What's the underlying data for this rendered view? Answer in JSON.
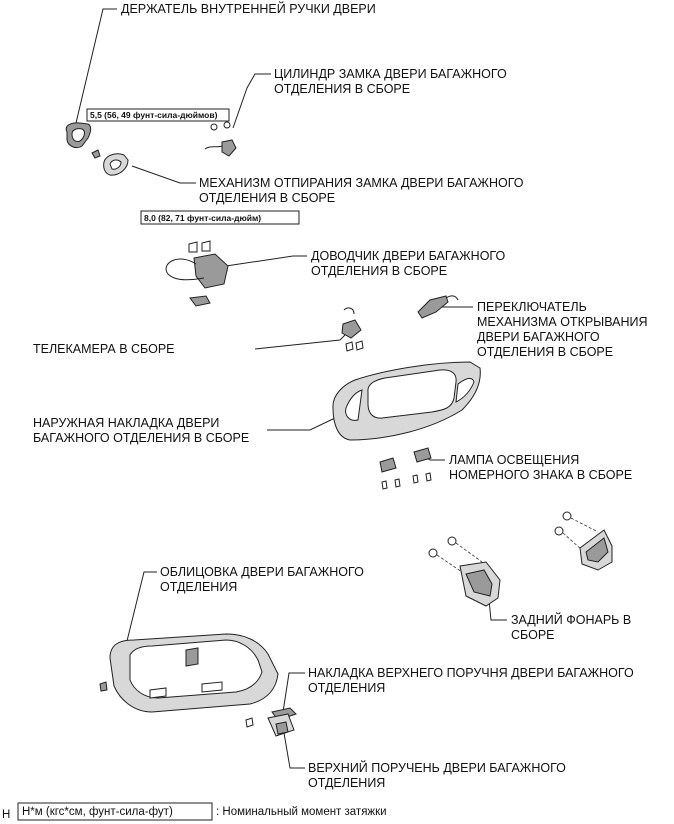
{
  "labels": {
    "inner_handle_holder": "ДЕРЖАТЕЛЬ ВНУТРЕННЕЙ РУЧКИ ДВЕРИ",
    "lock_cylinder_1": "ЦИЛИНДР ЗАМКА ДВЕРИ БАГАЖНОГО",
    "lock_cylinder_2": "ОТДЕЛЕНИЯ В СБОРЕ",
    "lock_release_1": "МЕХАНИЗМ ОТПИРАНИЯ ЗАМКА ДВЕРИ БАГАЖНОГО",
    "lock_release_2": "ОТДЕЛЕНИЯ В СБОРЕ",
    "closer_1": "ДОВОДЧИК ДВЕРИ БАГАЖНОГО",
    "closer_2": "ОТДЕЛЕНИЯ В СБОРЕ",
    "opener_switch_1": "ПЕРЕКЛЮЧАТЕЛЬ",
    "opener_switch_2": "МЕХАНИЗМА ОТКРЫВАНИЯ",
    "opener_switch_3": "ДВЕРИ БАГАЖНОГО",
    "opener_switch_4": "ОТДЕЛЕНИЯ В СБОРЕ",
    "camera": "ТЕЛЕКАМЕРА В СБОРЕ",
    "outer_garnish_1": "НАРУЖНАЯ НАКЛАДКА ДВЕРИ",
    "outer_garnish_2": "БАГАЖНОГО ОТДЕЛЕНИЯ В СБОРЕ",
    "plate_lamp_1": "ЛАМПА ОСВЕЩЕНИЯ",
    "plate_lamp_2": "НОМЕРНОГО ЗНАКА В СБОРЕ",
    "door_trim_1": "ОБЛИЦОВКА ДВЕРИ БАГАЖНОГО",
    "door_trim_2": "ОТДЕЛЕНИЯ",
    "rear_lamp_1": "ЗАДНИЙ ФОНАРЬ В",
    "rear_lamp_2": "СБОРЕ",
    "upper_handle_cover_1": "НАКЛАДКА ВЕРХНЕГО ПОРУЧНЯ ДВЕРИ БАГАЖНОГО",
    "upper_handle_cover_2": "ОТДЕЛЕНИЯ",
    "upper_handle_1": "ВЕРХНИЙ ПОРУЧЕНЬ ДВЕРИ БАГАЖНОГО",
    "upper_handle_2": "ОТДЕЛЕНИЯ"
  },
  "torque": {
    "lock_release": "5,5 (56, 49 фунт-сила-дюймов)",
    "closer": "8,0 (82, 71 фунт-сила-дюйм)"
  },
  "legend": {
    "symbol": "Н",
    "box": "Н*м (кгс*см, фунт-сила-фут)",
    "text": ": Номинальный момент затяжки"
  }
}
